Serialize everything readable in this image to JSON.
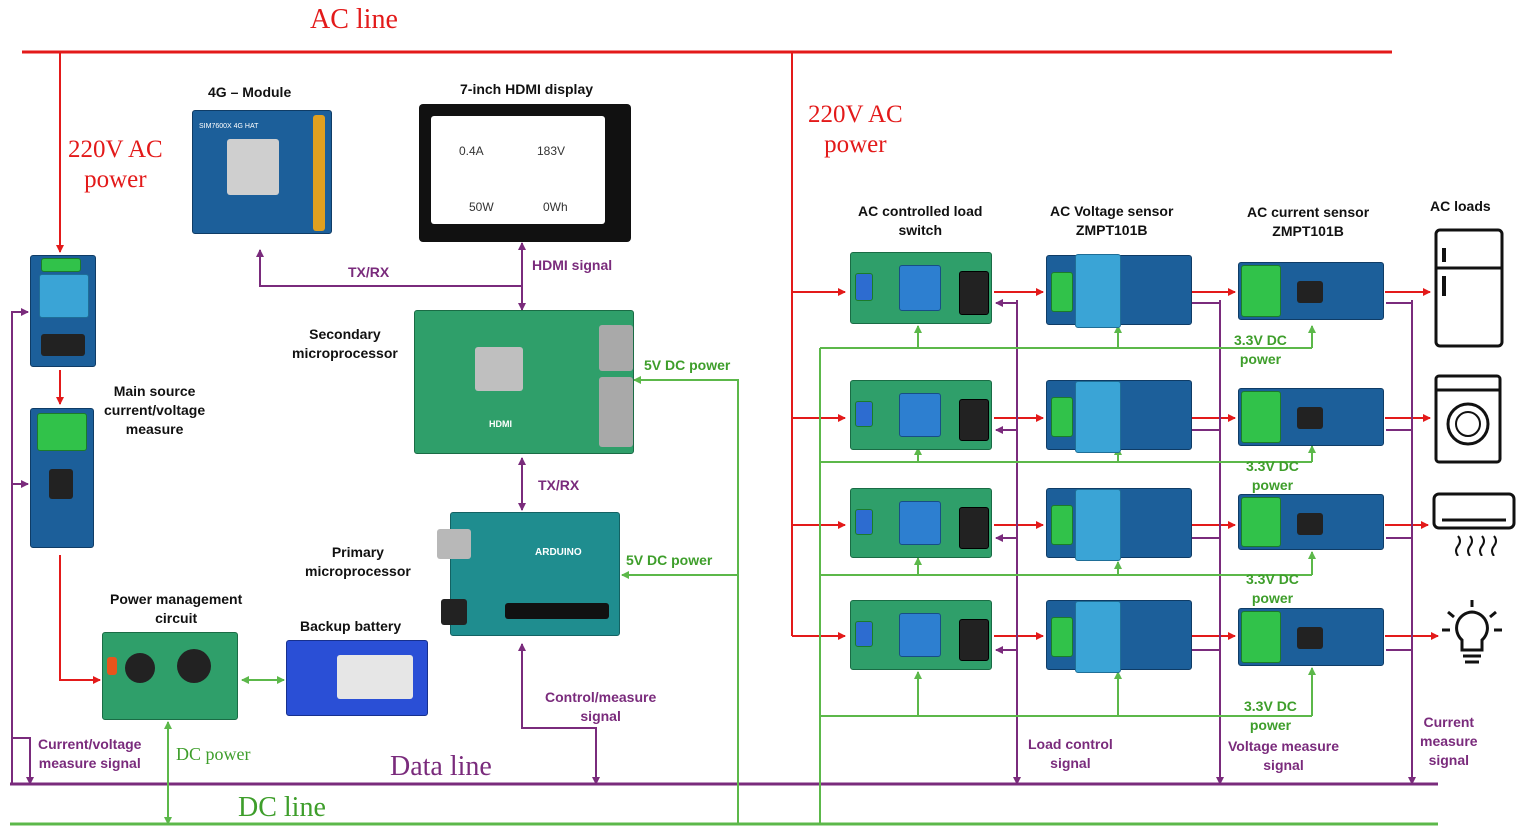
{
  "lines": {
    "ac_line": "AC line",
    "data_line": "Data line",
    "dc_line": "DC line"
  },
  "labels": {
    "ac_power_left_1": "220V AC",
    "ac_power_left_2": "power",
    "ac_power_right_1": "220V AC",
    "ac_power_right_2": "power",
    "module_4g": "4G – Module",
    "hdmi_display": "7-inch HDMI display",
    "tx_rx_top": "TX/RX",
    "hdmi_signal": "HDMI signal",
    "secondary_1": "Secondary",
    "secondary_2": "microprocessor",
    "five_v_top": "5V DC power",
    "tx_rx_mid": "TX/RX",
    "primary_1": "Primary",
    "primary_2": "microprocessor",
    "five_v_mid": "5V DC power",
    "main_source_1": "Main source",
    "main_source_2": "current/voltage",
    "main_source_3": "measure",
    "power_mgmt_1": "Power management",
    "power_mgmt_2": "circuit",
    "backup_battery": "Backup battery",
    "control_measure_1": "Control/measure",
    "control_measure_2": "signal",
    "cv_measure_1": "Current/voltage",
    "cv_measure_2": "measure signal",
    "dc_power": "DC power",
    "ac_switch_1": "AC  controlled load",
    "ac_switch_2": "switch",
    "ac_voltage_1": "AC Voltage sensor",
    "ac_voltage_2": "ZMPT101B",
    "ac_current_1": "AC current sensor",
    "ac_current_2": "ZMPT101B",
    "ac_loads": "AC loads",
    "p33_1a": "3.3V DC",
    "p33_1b": "power",
    "p33_2a": "3.3V DC",
    "p33_2b": "power",
    "p33_3a": "3.3V DC",
    "p33_3b": "power",
    "p33_4a": "3.3V DC",
    "p33_4b": "power",
    "load_control_1": "Load control",
    "load_control_2": "signal",
    "voltage_measure_1": "Voltage measure",
    "voltage_measure_2": "signal",
    "current_measure_1": "Current",
    "current_measure_2": "measure",
    "current_measure_3": "signal"
  },
  "display_gauges": [
    "0.4A",
    "183V",
    "50W",
    "0Wh"
  ],
  "board_text": {
    "hat": "SIM7600X 4G HAT",
    "arduino": "ARDUINO",
    "hdmi": "HDMI"
  },
  "colors": {
    "ac": "#e31a1a",
    "data": "#7a2b7c",
    "dc": "#5cb84a"
  },
  "icons": [
    "fridge-icon",
    "washing-machine-icon",
    "air-conditioner-icon",
    "light-bulb-icon"
  ]
}
